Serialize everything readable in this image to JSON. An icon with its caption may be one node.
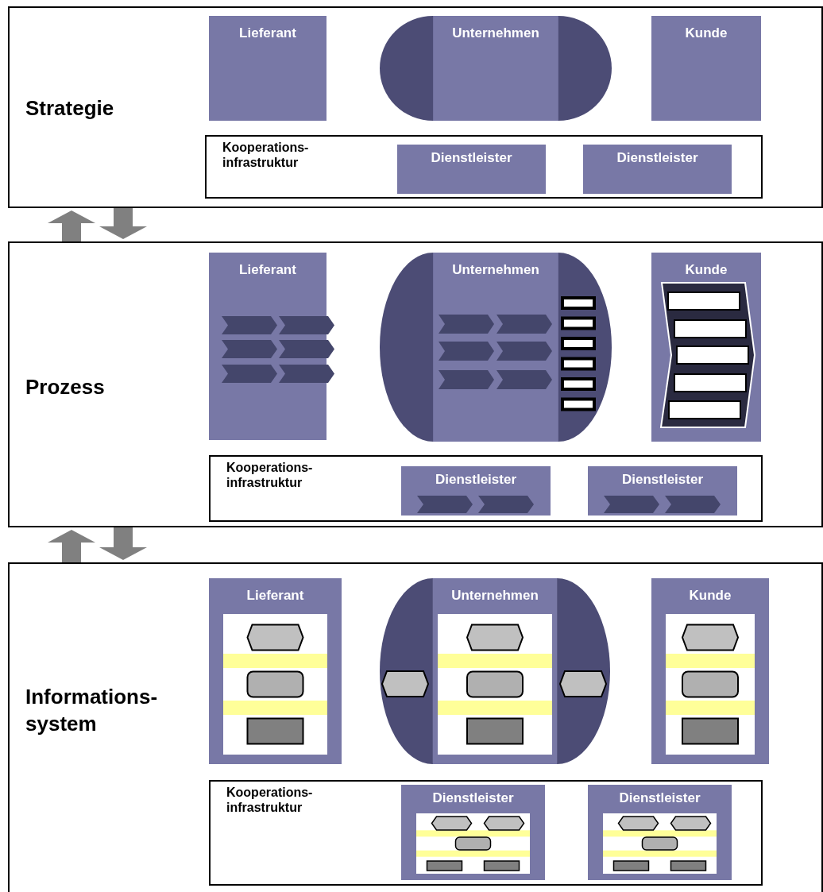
{
  "diagram": {
    "nodes": [
      {
        "text": [
          "Strategie"
        ]
      },
      {
        "text": [
          "Lieferant"
        ],
        "in": 0
      },
      {
        "text": [
          "Unternehmen"
        ],
        "in": 0
      },
      {
        "text": [
          "Kunde"
        ],
        "in": 0
      },
      {
        "text": [
          "Kooperations- infrastruktur"
        ],
        "in": 0
      },
      {
        "text": [
          "Dienstleister"
        ],
        "in": 4
      },
      {
        "text": [
          "Dienstleister"
        ],
        "in": 4
      },
      {
        "text": [
          "Prozess"
        ]
      },
      {
        "text": [
          "Lieferant"
        ],
        "in": 7
      },
      {
        "text": [
          "Unternehmen"
        ],
        "in": 7
      },
      {
        "text": [
          "Kunde"
        ],
        "in": 7
      },
      {
        "text": [
          "Kooperations- infrastruktur"
        ],
        "in": 7
      },
      {
        "text": [
          "Dienstleister"
        ],
        "in": 11
      },
      {
        "text": [
          "Dienstleister"
        ],
        "in": 11
      },
      {
        "text": [
          "Informations- system"
        ]
      },
      {
        "text": [
          "Lieferant"
        ],
        "in": 14
      },
      {
        "text": [
          "Unternehmen"
        ],
        "in": 14
      },
      {
        "text": [
          "Kunde"
        ],
        "in": 14
      },
      {
        "text": [
          "Kooperations- infrastruktur"
        ],
        "in": 14
      },
      {
        "text": [
          "Dienstleister"
        ],
        "in": 18
      },
      {
        "text": [
          "Dienstleister"
        ],
        "in": 18
      }
    ],
    "edges": [
      {
        "from": 7,
        "to": 0,
        "arrow": "to"
      },
      {
        "from": 0,
        "to": 7,
        "arrow": "to"
      },
      {
        "from": 14,
        "to": 7,
        "arrow": "to"
      },
      {
        "from": 7,
        "to": 14,
        "arrow": "to"
      }
    ]
  }
}
